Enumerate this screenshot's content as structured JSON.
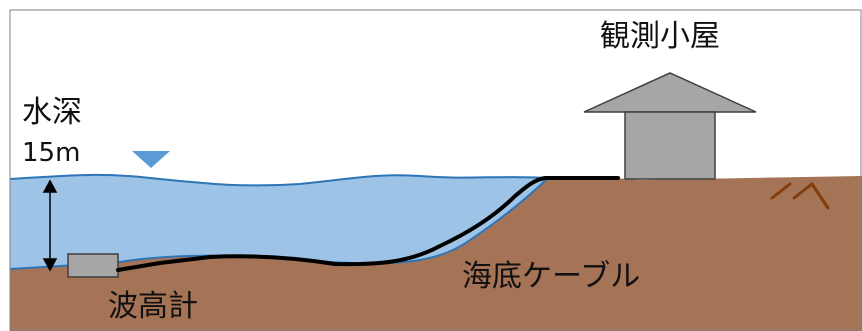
{
  "labels": {
    "observation_hut": "観測小屋",
    "water_depth_word": "水深",
    "water_depth_value": "15m",
    "submarine_cable": "海底ケーブル",
    "wave_gauge": "波高計"
  },
  "colors": {
    "water": "#9dc3e6",
    "water_outline": "#2e75b6",
    "seabed": "#a57355",
    "hut": "#a6a6a6",
    "hut_outline": "#3f3f3f",
    "cable": "#000000",
    "water_level_marker": "#5b9bd5",
    "crack_marks": "#843c0c",
    "frame": "#808080"
  },
  "icons": {
    "water_level_marker": "inverted-triangle-icon",
    "depth_arrow": "double-headed-arrow-icon",
    "hut": "house-icon",
    "wave_gauge": "box-icon"
  }
}
